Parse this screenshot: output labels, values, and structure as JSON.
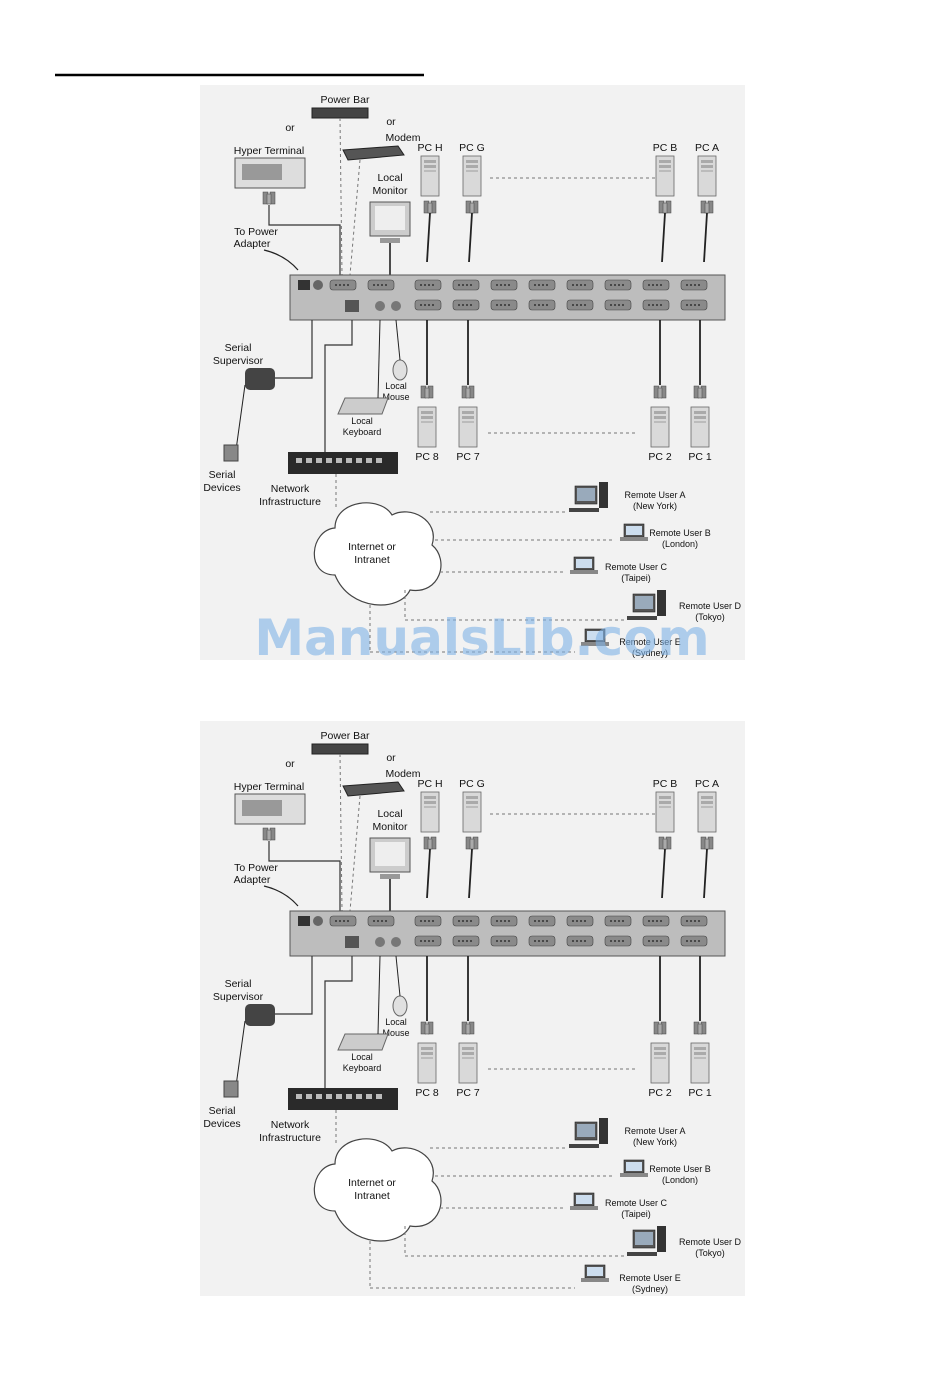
{
  "watermark": "ManualsLib.com",
  "diagrams": [
    {
      "labels": {
        "power_bar": "Power Bar",
        "or_1": "or",
        "or_2": "or",
        "modem": "Modem",
        "hyper_terminal": "Hyper Terminal",
        "to_power": "To Power",
        "adapter": "Adapter",
        "local": "Local",
        "monitor": "Monitor",
        "pc_h": "PC H",
        "pc_g": "PC G",
        "pc_b": "PC B",
        "pc_a": "PC A",
        "serial": "Serial",
        "supervisor": "Supervisor",
        "local_mouse_1": "Local",
        "local_mouse_2": "Mouse",
        "local_kb_1": "Local",
        "local_kb_2": "Keyboard",
        "pc_8": "PC 8",
        "pc_7": "PC 7",
        "pc_2": "PC 2",
        "pc_1": "PC 1",
        "serial_dev_1": "Serial",
        "serial_dev_2": "Devices",
        "network": "Network",
        "infrastructure": "Infrastructure",
        "internet_or": "Internet or",
        "intranet": "Intranet",
        "ru_a": "Remote User A",
        "ru_a_city": "(New York)",
        "ru_b": "Remote User B",
        "ru_b_city": "(London)",
        "ru_c": "Remote User C",
        "ru_c_city": "(Taipei)",
        "ru_d": "Remote User D",
        "ru_d_city": "(Tokyo)",
        "ru_e": "Remote User E",
        "ru_e_city": "(Sydney)"
      }
    },
    {
      "labels": {
        "power_bar": "Power Bar",
        "or_1": "or",
        "or_2": "or",
        "modem": "Modem",
        "hyper_terminal": "Hyper Terminal",
        "to_power": "To Power",
        "adapter": "Adapter",
        "local": "Local",
        "monitor": "Monitor",
        "pc_h": "PC H",
        "pc_g": "PC G",
        "pc_b": "PC B",
        "pc_a": "PC A",
        "serial": "Serial",
        "supervisor": "Supervisor",
        "local_mouse_1": "Local",
        "local_mouse_2": "Mouse",
        "local_kb_1": "Local",
        "local_kb_2": "Keyboard",
        "pc_8": "PC 8",
        "pc_7": "PC 7",
        "pc_2": "PC 2",
        "pc_1": "PC 1",
        "serial_dev_1": "Serial",
        "serial_dev_2": "Devices",
        "network": "Network",
        "infrastructure": "Infrastructure",
        "internet_or": "Internet or",
        "intranet": "Intranet",
        "ru_a": "Remote User A",
        "ru_a_city": "(New York)",
        "ru_b": "Remote User B",
        "ru_b_city": "(London)",
        "ru_c": "Remote User C",
        "ru_c_city": "(Taipei)",
        "ru_d": "Remote User D",
        "ru_d_city": "(Tokyo)",
        "ru_e": "Remote User E",
        "ru_e_city": "(Sydney)"
      }
    }
  ]
}
